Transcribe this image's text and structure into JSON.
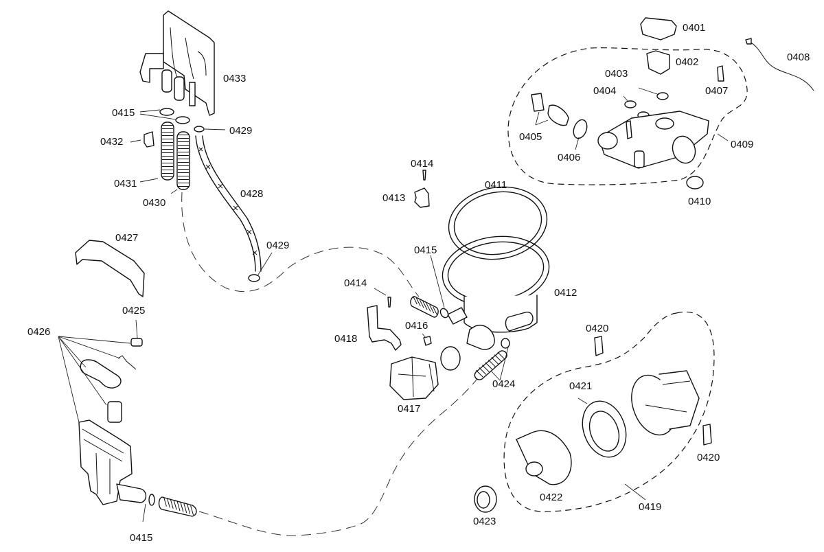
{
  "diagram": {
    "type": "exploded-parts-diagram",
    "subject": "dishwasher sump and pump assembly",
    "line_color": "#111111",
    "background": "#ffffff"
  },
  "labels": {
    "p0401": "0401",
    "p0402": "0402",
    "p0403": "0403",
    "p0404": "0404",
    "p0405": "0405",
    "p0406": "0406",
    "p0407": "0407",
    "p0408": "0408",
    "p0409": "0409",
    "p0410": "0410",
    "p0411": "0411",
    "p0412": "0412",
    "p0413": "0413",
    "p0414_top": "0414",
    "p0414_mid": "0414",
    "p0415_top": "0415",
    "p0415_mid": "0415",
    "p0415_bottom": "0415",
    "p0416": "0416",
    "p0417": "0417",
    "p0418": "0418",
    "p0419": "0419",
    "p0420_top": "0420",
    "p0420_right": "0420",
    "p0421": "0421",
    "p0422": "0422",
    "p0423": "0423",
    "p0424": "0424",
    "p0425": "0425",
    "p0426": "0426",
    "p0427": "0427",
    "p0428": "0428",
    "p0429_top": "0429",
    "p0429_bottom": "0429",
    "p0430": "0430",
    "p0431": "0431",
    "p0432": "0432",
    "p0433": "0433"
  },
  "groups": [
    {
      "name": "valve-assembly",
      "label_ref": "0409",
      "members": [
        "0402",
        "0403",
        "0404",
        "0405",
        "0406",
        "0407"
      ]
    },
    {
      "name": "pump-assembly",
      "label_ref": "0419",
      "members": [
        "0421",
        "0422"
      ]
    }
  ]
}
